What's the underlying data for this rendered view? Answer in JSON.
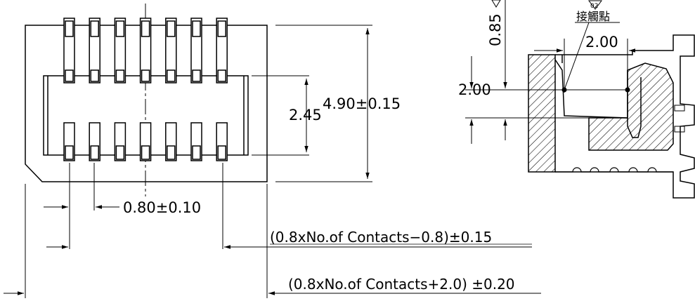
{
  "front_view": {
    "dim_total_height": "4.90±0.15",
    "dim_inner_height": "2.45",
    "dim_pitch": "0.80±0.10",
    "dim_contact_span": "(0.8xNo.of  Contacts−0.8)±0.15",
    "dim_body_length": "(0.8xNo.of  Contacts+2.0)  ±0.20",
    "contact_count_shown": 7
  },
  "section_view": {
    "dim_offset": "0.85",
    "dim_horizontal": "2.00",
    "dim_vertical": "2.00",
    "contact_point_label": "接觸點",
    "revision_tag": "02"
  }
}
